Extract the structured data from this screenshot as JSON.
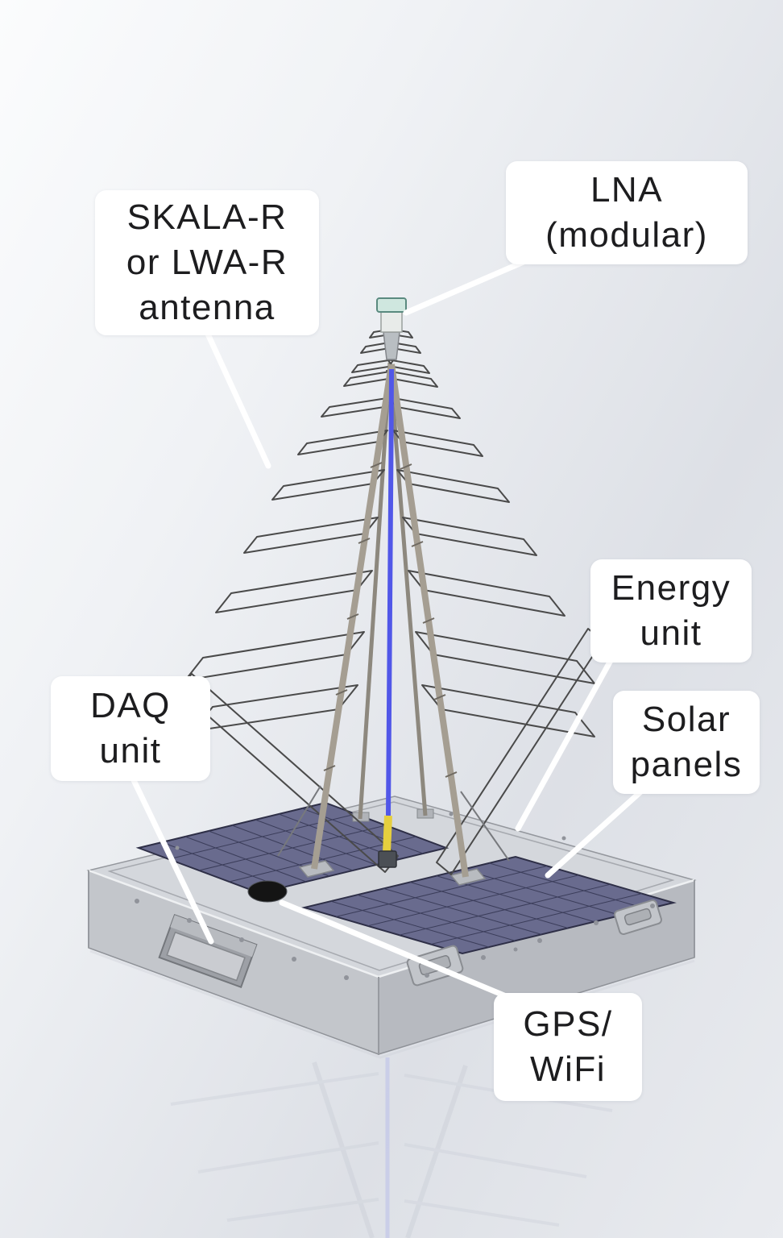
{
  "diagram": {
    "labels": {
      "antenna": {
        "line1": "SKALA-R",
        "line2": "or LWA-R",
        "line3": "antenna"
      },
      "lna": {
        "line1": "LNA",
        "line2": "(modular)"
      },
      "energy": {
        "line1": "Energy",
        "line2": "unit"
      },
      "solar": {
        "line1": "Solar",
        "line2": "panels"
      },
      "daq": {
        "line1": "DAQ",
        "line2": "unit"
      },
      "gps": {
        "line1": "GPS/",
        "line2": "WiFi"
      }
    },
    "colors": {
      "cable_blue": "#5157e8",
      "connector_yellow": "#e6cf3e",
      "solar_panel": "#696b8e",
      "lna_teal": "#cfe7df",
      "base_gray": "#d4d7dc",
      "label_bg": "#ffffff",
      "label_text": "#1d1d1f",
      "leader_line": "#ffffff"
    }
  }
}
